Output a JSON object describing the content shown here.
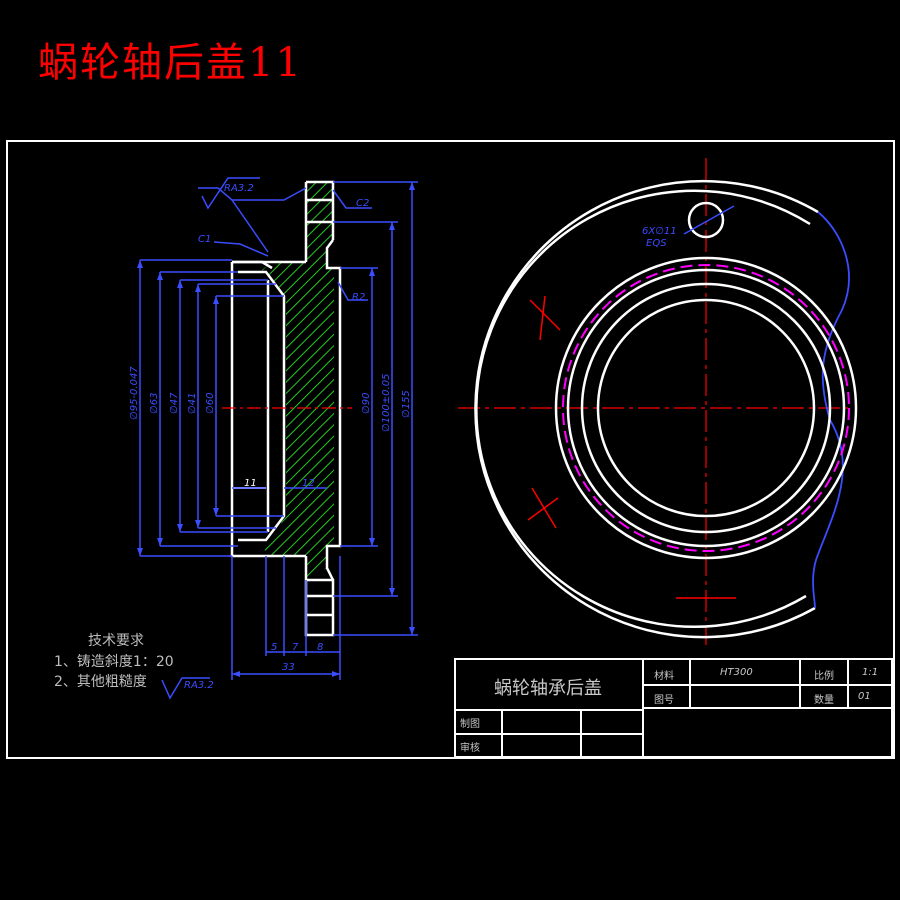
{
  "title": "蜗轮轴后盖11",
  "dimensions": {
    "ra_top": "RA3.2",
    "c2": "C2",
    "c1": "C1",
    "r2": "R2",
    "d_hole": "6X∅11",
    "eqs": "EQS",
    "d_left_outer": "∅95-0.047",
    "d_63": "∅63",
    "d_47": "∅47",
    "d_41": "∅41",
    "d_60": "∅60",
    "d_90": "∅90",
    "d_100": "∅100±0.05",
    "d_155": "∅155",
    "len_11": "11",
    "len_12": "12",
    "len_5": "5",
    "len_7": "7",
    "len_8": "8",
    "len_33": "33"
  },
  "notes": {
    "heading": "技术要求",
    "line1": "1、铸造斜度1：20",
    "line2": "2、其他粗糙度",
    "ra": "RA3.2"
  },
  "title_block": {
    "part_name": "蜗轮轴承后盖",
    "material_label": "材料",
    "material_value": "HT300",
    "scale_label": "比例",
    "scale_value": "1:1",
    "drawing_no_label": "图号",
    "qty_label": "数量",
    "qty_value": "01",
    "drawn_label": "制图",
    "checked_label": "审核"
  },
  "colors": {
    "title": "#ff0000",
    "outline": "#ffffff",
    "dimension": "#3a4dff",
    "hatch": "#22cc22",
    "centerline": "#ff0000",
    "thread": "#ff00ff"
  }
}
